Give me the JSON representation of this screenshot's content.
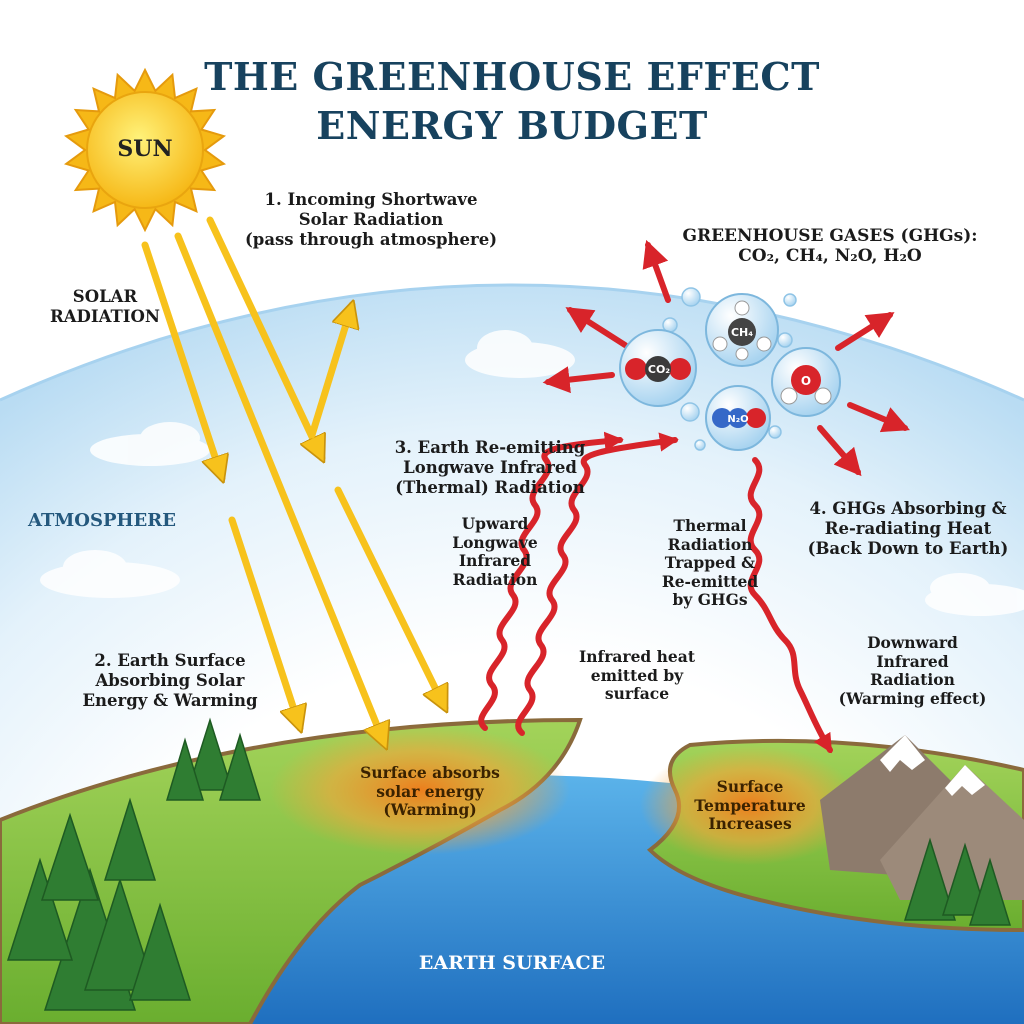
{
  "title": {
    "line1": "THE GREENHOUSE EFFECT",
    "line2": "ENERGY BUDGET"
  },
  "sun": {
    "label": "SUN"
  },
  "labels": {
    "solar_radiation": "SOLAR\nRADIATION",
    "step1": "1. Incoming Shortwave\nSolar Radiation\n(pass through atmosphere)",
    "atmosphere": "ATMOSPHERE",
    "step2": "2. Earth Surface\nAbsorbing Solar\nEnergy & Warming",
    "step3": "3. Earth Re-emitting\nLongwave Infrared\n(Thermal) Radiation",
    "upward": "Upward\nLongwave\nInfrared\nRadiation",
    "infrared_heat": "Infrared heat\nemitted by\nsurface",
    "thermal_trapped": "Thermal\nRadiation\nTrapped &\nRe-emitted\nby GHGs",
    "ghg_title": "GREENHOUSE GASES (GHGs):\nCO₂, CH₄, N₂O, H₂O",
    "step4": "4. GHGs Absorbing &\nRe-radiating Heat\n(Back Down to Earth)",
    "downward": "Downward\nInfrared\nRadiation\n(Warming effect)",
    "surface_absorbs": "Surface absorbs\nsolar energy\n(Warming)",
    "surface_temp": "Surface\nTemperature\nIncreases",
    "earth_surface": "EARTH SURFACE"
  },
  "molecules": {
    "co2": "CO₂",
    "ch4": "CH₄",
    "n2o": "N₂O",
    "h2o": "O"
  },
  "colors": {
    "title": "#17425e",
    "sky": "#cfe7f7",
    "solar_arrow": "#f7c21c",
    "infrared_wave": "#d8242a",
    "land": "#8cc63f",
    "water": "#2f8fd8",
    "atmosphere_label": "#24587d"
  }
}
